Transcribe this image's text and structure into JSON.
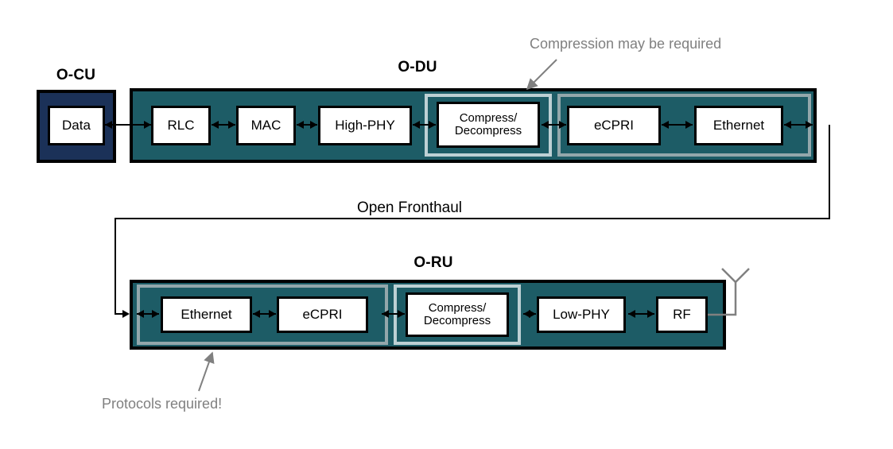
{
  "diagram": {
    "title_ocu": "O-CU",
    "title_odu": "O-DU",
    "title_oru": "O-RU",
    "fronthaul_label": "Open Fronthaul",
    "colors": {
      "teal": "#1d5c66",
      "navy": "#1b3158",
      "frame_gray": "#93a7ab",
      "frame_light": "#bdd0d4",
      "note_gray": "#808080",
      "outline": "#000000",
      "block_fill": "#ffffff"
    }
  },
  "ocu": {
    "blocks": [
      {
        "label": "Data"
      }
    ]
  },
  "odu": {
    "blocks": [
      {
        "label": "RLC"
      },
      {
        "label": "MAC"
      },
      {
        "label": "High-PHY"
      },
      {
        "label": "Compress/\nDecompress"
      },
      {
        "label": "eCPRI"
      },
      {
        "label": "Ethernet"
      }
    ]
  },
  "oru": {
    "blocks": [
      {
        "label": "Ethernet"
      },
      {
        "label": "eCPRI"
      },
      {
        "label": "Compress/\nDecompress"
      },
      {
        "label": "Low-PHY"
      },
      {
        "label": "RF"
      }
    ],
    "antenna": "antenna-icon"
  },
  "annotations": [
    {
      "text": "Compression may be required"
    },
    {
      "text": "Protocols required!"
    }
  ]
}
